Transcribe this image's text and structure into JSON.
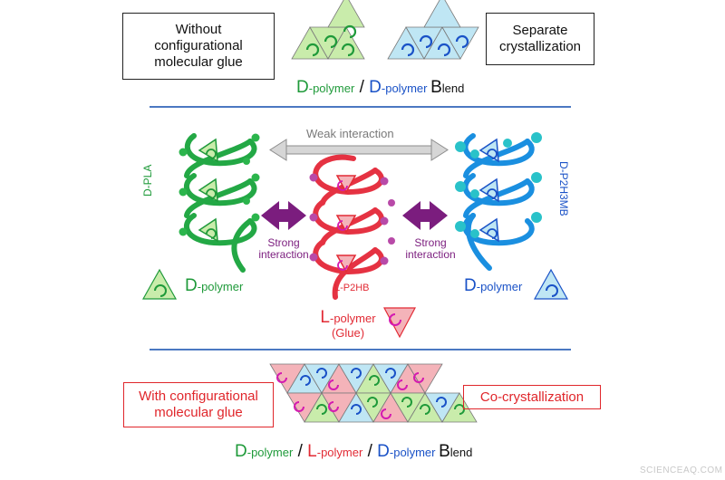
{
  "colors": {
    "green": "#1f9a3a",
    "green_light": "#c9ecab",
    "blue": "#1a52c7",
    "blue_light": "#bfe6f4",
    "red": "#e22b35",
    "red_light": "#f4b3b9",
    "purple": "#7b1d7e",
    "gray": "#8c8c8c",
    "divider": "#4b78c2",
    "watermark": "#c8c8c8"
  },
  "top_section": {
    "left_box": [
      "Without",
      "configurational",
      "molecular glue"
    ],
    "right_box": [
      "Separate",
      "crystallization"
    ],
    "blend_label": {
      "d1_letter": "D",
      "d1_text": "-polymer",
      "slash": " / ",
      "d2_letter": "D",
      "d2_text": "-polymer ",
      "b_letter": "B",
      "b_text": "lend"
    }
  },
  "middle_section": {
    "weak_interaction": "Weak interaction",
    "strong_interaction_left": [
      "Strong",
      "interaction"
    ],
    "strong_interaction_right": [
      "Strong",
      "interaction"
    ],
    "dpla_label": "D-PLA",
    "dp2h3mb_label": "D-P2H3MB",
    "lp2hb_label": "L-P2HB",
    "d_polymer_left": {
      "letter": "D",
      "text": "-polymer"
    },
    "d_polymer_right": {
      "letter": "D",
      "text": "-polymer"
    },
    "l_polymer": {
      "letter": "L",
      "text": "-polymer",
      "sub": "(Glue)"
    }
  },
  "bottom_section": {
    "left_box": [
      "With configurational",
      "molecular glue"
    ],
    "right_box": "Co-crystallization",
    "blend_label": {
      "d_letter": "D",
      "d_text": "-polymer",
      "slash1": " / ",
      "l_letter": "L",
      "l_text": "-polymer",
      "slash2": " / ",
      "d2_letter": "D",
      "d2_text": "-polymer ",
      "b_letter": "B",
      "b_text": "lend"
    }
  },
  "watermark": "SCIENCEAQ.COM"
}
